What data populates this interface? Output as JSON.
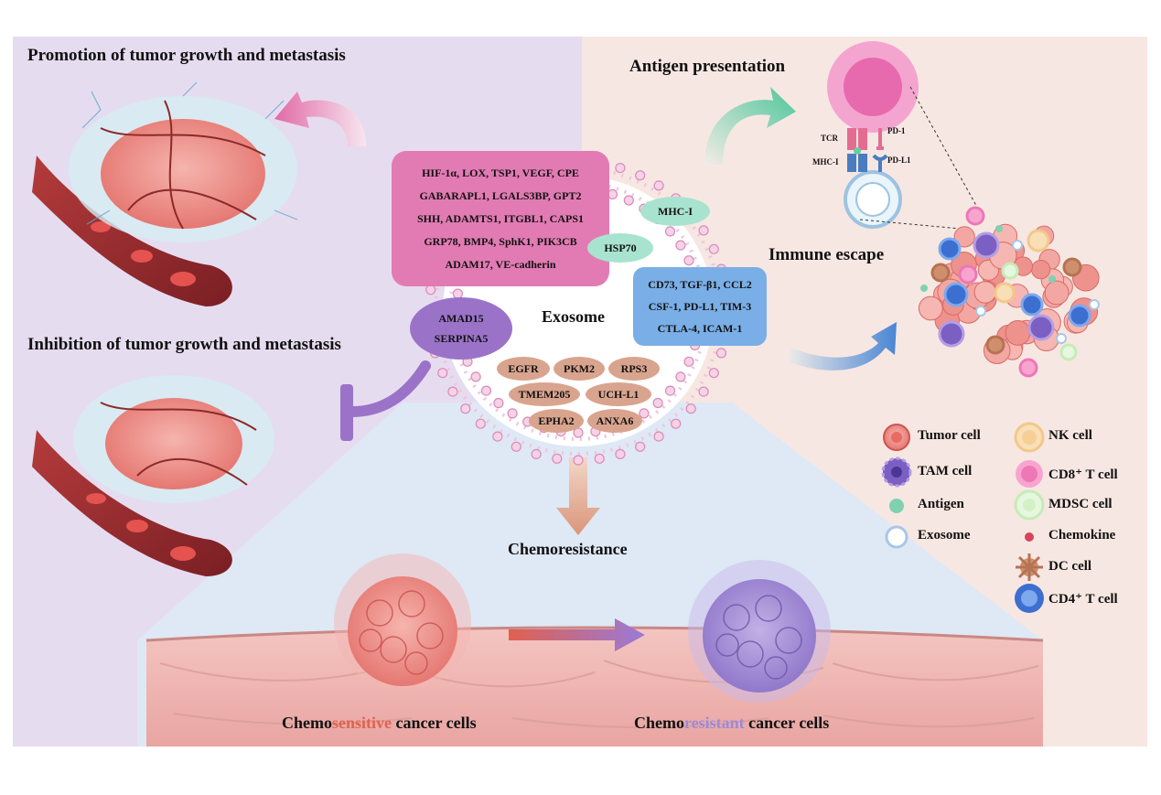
{
  "titles": {
    "promotion": "Promotion of tumor growth and metastasis",
    "inhibition": "Inhibition of tumor growth and metastasis",
    "antigen_presentation": "Antigen presentation",
    "immune_escape": "Immune escape",
    "exosome": "Exosome",
    "chemoresistance": "Chemoresistance"
  },
  "chemo_labels": {
    "sensitive": {
      "prefix": "Chemo",
      "highlight": "sensitive",
      "suffix": " cancer cells"
    },
    "resistant": {
      "prefix": "Chemo",
      "highlight": "resistant",
      "suffix": " cancer cells"
    }
  },
  "promotion_box": {
    "lines": [
      "HIF-1α, LOX, TSP1, VEGF, CPE",
      "GABARAPL1, LGALS3BP,  GPT2",
      "SHH, ADAMTS1, ITGBL1, CAPS1",
      "GRP78, BMP4, SphK1, PIK3CB",
      "ADAM17, VE-cadherin"
    ]
  },
  "inhibition_box": {
    "lines": [
      "AMAD15",
      "SERPINA5"
    ]
  },
  "immune_box": {
    "lines": [
      "CD73, TGF-β1, CCL2",
      "CSF-1, PD-L1, TIM-3",
      "CTLA-4, ICAM-1"
    ]
  },
  "antigen_pills": {
    "mhc": "MHC-I",
    "hsp": "HSP70"
  },
  "chemo_pills": [
    "EGFR",
    "PKM2",
    "RPS3",
    "TMEM205",
    "UCH-L1",
    "EPHA2",
    "ANXA6"
  ],
  "synapse_labels": {
    "tcr": "TCR",
    "mhc": "MHC-I",
    "pd1": "PD-1",
    "pdl1": "PD-L1"
  },
  "legend": [
    {
      "label": "Tumor cell",
      "icon": "tumor-cell-icon"
    },
    {
      "label": "NK cell",
      "icon": "nk-cell-icon"
    },
    {
      "label": "TAM cell",
      "icon": "tam-cell-icon"
    },
    {
      "label": "CD8⁺ T cell",
      "icon": "cd8-t-cell-icon"
    },
    {
      "label": "Antigen",
      "icon": "antigen-icon"
    },
    {
      "label": "MDSC cell",
      "icon": "mdsc-cell-icon"
    },
    {
      "label": "Exosome",
      "icon": "exosome-icon"
    },
    {
      "label": "Chemokine",
      "icon": "chemokine-icon"
    },
    {
      "label": "DC cell",
      "icon": "dc-cell-icon"
    },
    {
      "label": "CD4⁺ T cell",
      "icon": "cd4-t-cell-icon"
    }
  ],
  "colors": {
    "left_panel": "#e6dcf0",
    "right_panel": "#f7e7e2",
    "bottom_panel": "#dfe8f5",
    "promotion_box": "#e27bb4",
    "inhibition_box": "#9a73c9",
    "immune_box": "#7aaee6",
    "antigen_pill": "#a8e3cf",
    "chemo_pill": "#d9a48e",
    "sensitive_text": "#e0624f",
    "resistant_text": "#9a8ad8"
  }
}
